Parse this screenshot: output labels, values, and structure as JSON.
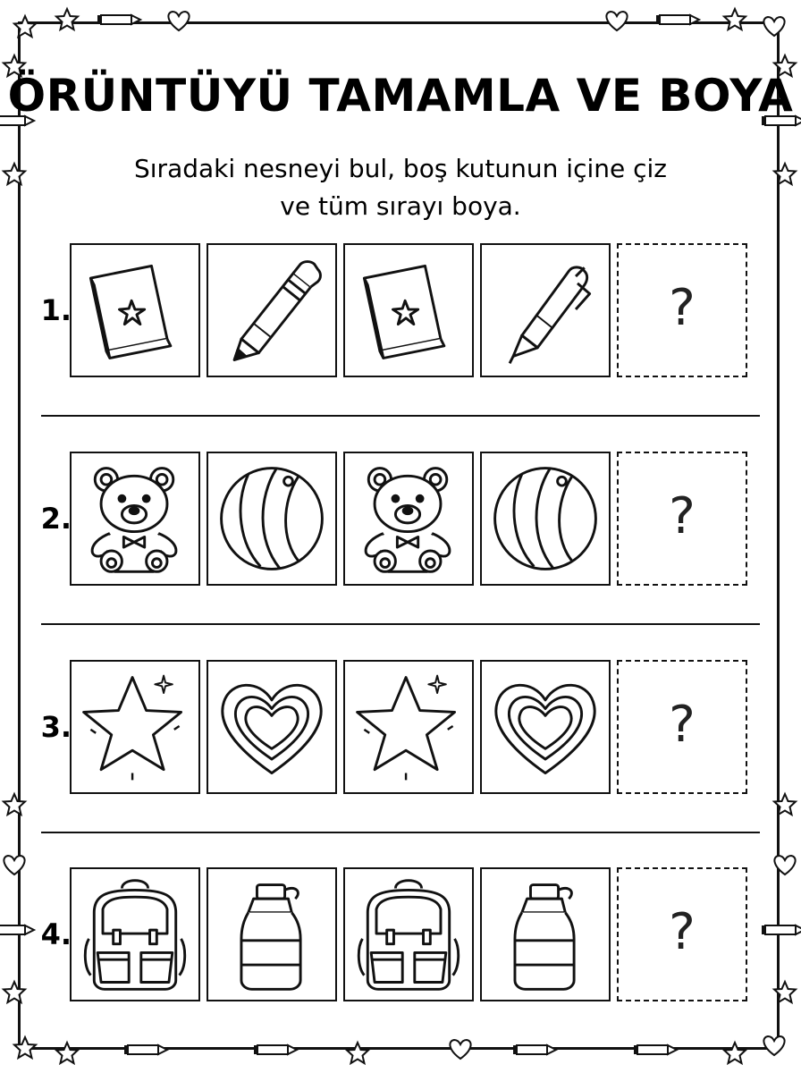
{
  "title": "ÖRÜNTÜYÜ TAMAMLA VE BOYA",
  "subtitle": {
    "line1": "Sıradaki nesneyi bul, boş kutunun içine çiz",
    "line2": "ve tüm sırayı boya."
  },
  "rows": [
    {
      "number": "1.",
      "items": [
        "book-icon",
        "pencil-icon",
        "book-icon",
        "pen-icon"
      ],
      "answer": "?"
    },
    {
      "number": "2.",
      "items": [
        "teddy-bear-icon",
        "ball-icon",
        "teddy-bear-icon",
        "ball-icon"
      ],
      "answer": "?"
    },
    {
      "number": "3.",
      "items": [
        "star-icon",
        "heart-icon",
        "star-icon",
        "heart-icon"
      ],
      "answer": "?"
    },
    {
      "number": "4.",
      "items": [
        "backpack-icon",
        "water-bottle-icon",
        "backpack-icon",
        "water-bottle-icon"
      ],
      "answer": "?"
    }
  ],
  "decorations": [
    "star-icon",
    "heart-icon",
    "pencil-icon"
  ]
}
